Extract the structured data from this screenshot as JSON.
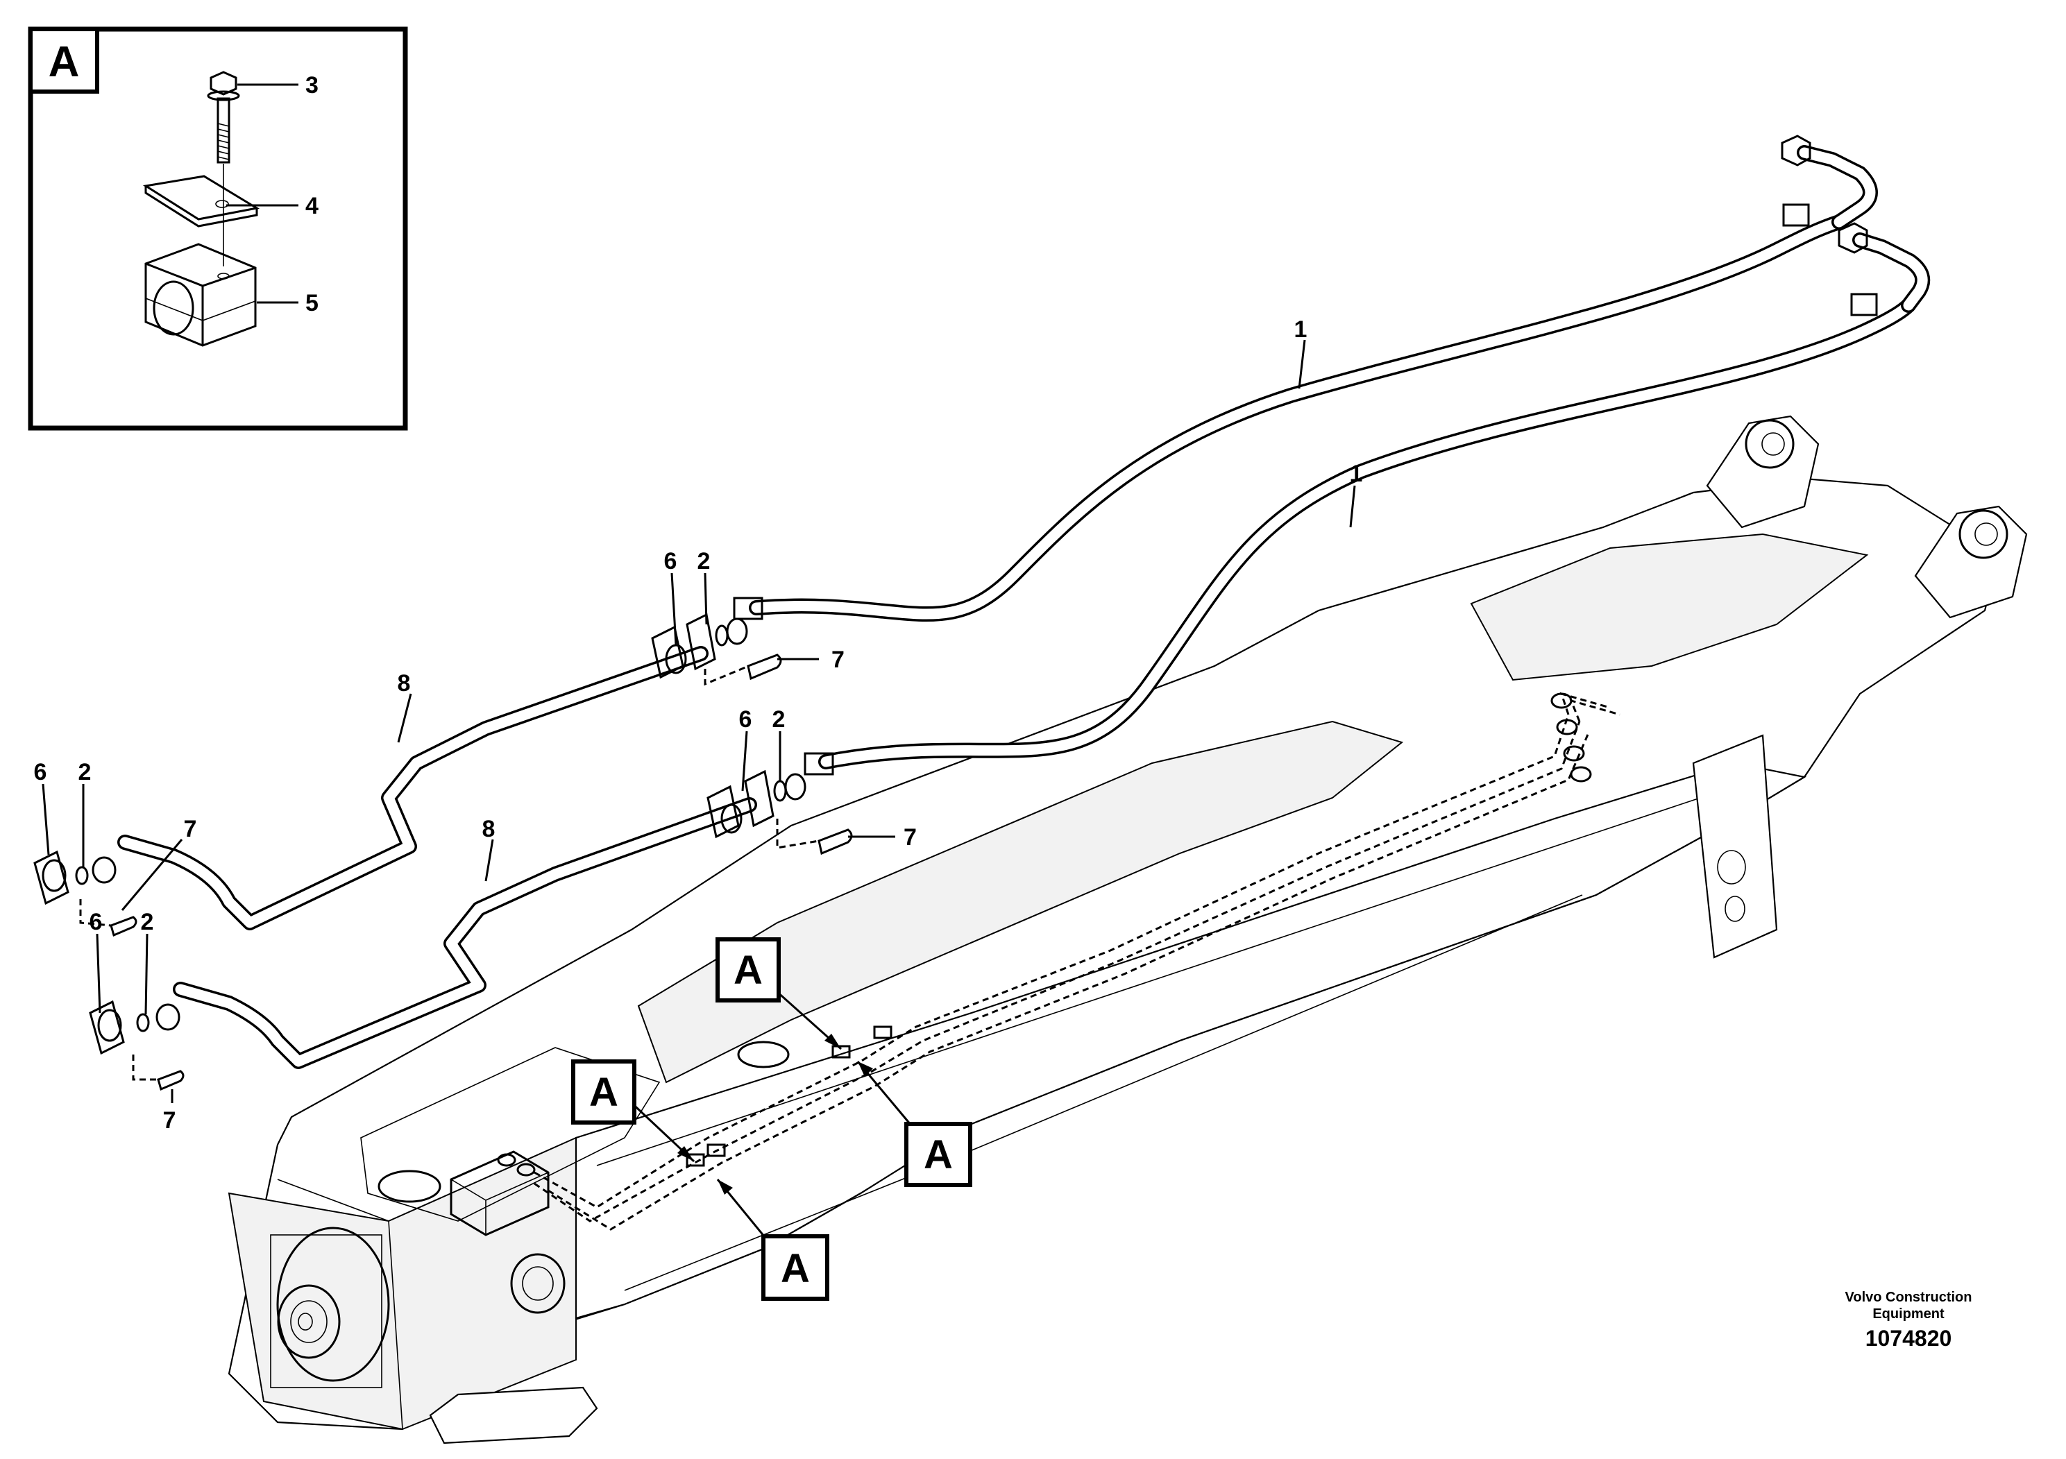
{
  "detail_view": {
    "letter": "A",
    "callouts": [
      "3",
      "4",
      "5"
    ]
  },
  "callouts": {
    "hose_upper": "1",
    "hose_lower": "1",
    "washer_a": "2",
    "washer_b": "2",
    "washer_c": "2",
    "washer_d": "2",
    "flange_a": "6",
    "flange_b": "6",
    "flange_c": "6",
    "flange_d": "6",
    "screw_a": "7",
    "screw_b": "7",
    "screw_c": "7",
    "screw_d": "7",
    "pipe_upper": "8",
    "pipe_lower": "8"
  },
  "detail_tags": [
    "A",
    "A",
    "A",
    "A"
  ],
  "footer": {
    "brand_line1": "Volvo Construction",
    "brand_line2": "Equipment",
    "doc_number": "1074820"
  }
}
